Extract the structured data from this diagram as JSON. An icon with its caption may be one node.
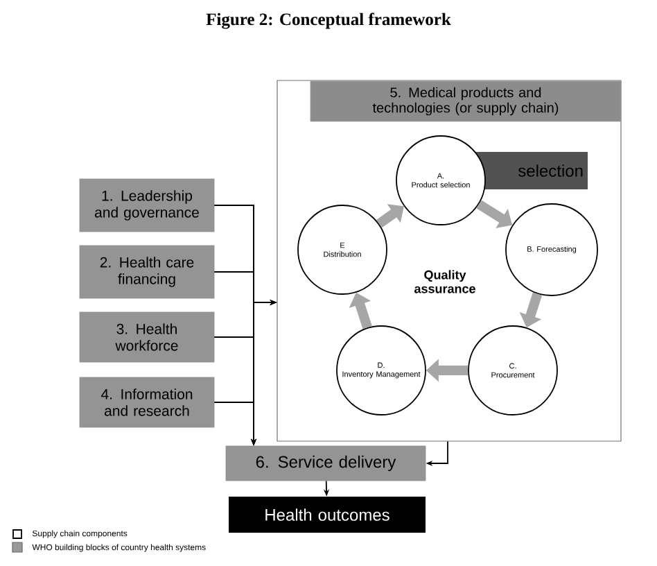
{
  "diagram": {
    "title": "Figure 2: Conceptual framework",
    "nodes": [
      {
        "text": [],
        "shape": "box"
      },
      {
        "text": [
          "5. Medical products and technologies (or supply chain)"
        ],
        "in": 0
      },
      {
        "text": [
          "selection"
        ],
        "in": 0
      },
      {
        "text": [
          "A.",
          "Product selection"
        ],
        "in": 0
      },
      {
        "text": [
          "B. Forecasting"
        ],
        "in": 0
      },
      {
        "text": [
          "C.",
          "Procurement"
        ],
        "in": 0
      },
      {
        "text": [
          "D.",
          "Inventory Management"
        ],
        "in": 0
      },
      {
        "text": [
          "E",
          "Distribution"
        ],
        "in": 0
      },
      {
        "text": [
          "1. Leadership and governance"
        ]
      },
      {
        "text": [
          "2. Health care financing"
        ]
      },
      {
        "text": [
          "3. Health workforce"
        ]
      },
      {
        "text": [
          "4. Information and research"
        ]
      },
      {
        "text": [
          "6. Service delivery"
        ]
      },
      {
        "text": [
          "Health outcomes"
        ]
      }
    ],
    "edges": [
      {
        "from": 3,
        "to": 4,
        "arrow": "to",
        "style": "thick",
        "color": "#a6a6a6"
      },
      {
        "from": 4,
        "to": 5,
        "arrow": "to",
        "style": "thick",
        "color": "#a6a6a6"
      },
      {
        "from": 5,
        "to": 6,
        "arrow": "to",
        "style": "thick",
        "color": "#a6a6a6"
      },
      {
        "from": 6,
        "to": 7,
        "arrow": "to",
        "style": "thick",
        "color": "#a6a6a6"
      },
      {
        "from": 7,
        "to": 3,
        "arrow": "to",
        "style": "thick",
        "color": "#a6a6a6"
      },
      {
        "from": 8,
        "to": 0,
        "arrow": "to"
      },
      {
        "from": 9,
        "to": 0,
        "arrow": "to"
      },
      {
        "from": 10,
        "to": 0,
        "arrow": "to"
      },
      {
        "from": 11,
        "to": 0,
        "arrow": "to"
      },
      {
        "from": 8,
        "to": 12,
        "arrow": "to"
      },
      {
        "from": 9,
        "to": 12,
        "arrow": "to"
      },
      {
        "from": 10,
        "to": 12,
        "arrow": "to"
      },
      {
        "from": 11,
        "to": 12,
        "arrow": "to"
      },
      {
        "from": 0,
        "to": 12,
        "arrow": "to"
      },
      {
        "from": 12,
        "to": 13,
        "arrow": "to"
      }
    ],
    "labels": [
      "Quality assurance"
    ],
    "legend": [
      {
        "text": "Supply chain components"
      },
      {
        "text": "WHO building blocks of country health systems",
        "color": "#999999"
      }
    ]
  }
}
